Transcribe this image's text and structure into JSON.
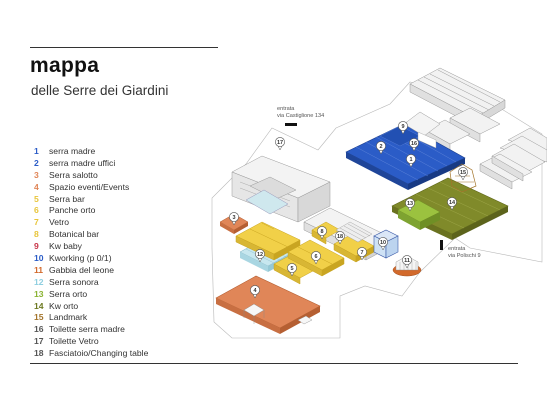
{
  "header": {
    "title": "mappa",
    "subtitle": "delle Serre dei Giardini"
  },
  "entrances": [
    {
      "line1": "entrata",
      "line2": "via Castiglione 134"
    },
    {
      "line1": "entrata",
      "line2": "via Polischi 9"
    }
  ],
  "legend": [
    {
      "num": "1",
      "label": "serra madre",
      "color": "#2b5cc7"
    },
    {
      "num": "2",
      "label": "serra madre uffici",
      "color": "#2b5cc7"
    },
    {
      "num": "3",
      "label": "Serra salotto",
      "color": "#e08658"
    },
    {
      "num": "4",
      "label": "Spazio eventi/Events",
      "color": "#e08658"
    },
    {
      "num": "5",
      "label": "Serra bar",
      "color": "#e8c53a"
    },
    {
      "num": "6",
      "label": "Panche orto",
      "color": "#e8c53a"
    },
    {
      "num": "7",
      "label": "Vetro",
      "color": "#e8c53a"
    },
    {
      "num": "8",
      "label": "Botanical bar",
      "color": "#e8c53a"
    },
    {
      "num": "9",
      "label": "Kw baby",
      "color": "#c8364a"
    },
    {
      "num": "10",
      "label": "Kworking (p 0/1)",
      "color": "#2b5cc7"
    },
    {
      "num": "11",
      "label": "Gabbia del leone",
      "color": "#d2692b"
    },
    {
      "num": "12",
      "label": "Serra sonora",
      "color": "#8fcfe0"
    },
    {
      "num": "13",
      "label": "Serra orto",
      "color": "#8ab332"
    },
    {
      "num": "14",
      "label": "Kw orto",
      "color": "#6e7a22"
    },
    {
      "num": "15",
      "label": "Landmark",
      "color": "#a3742a"
    },
    {
      "num": "16",
      "label": "Toilette serra madre",
      "color": "#555555"
    },
    {
      "num": "17",
      "label": "Toilette Vetro",
      "color": "#555555"
    },
    {
      "num": "18",
      "label": "Fasciatoio/Changing table",
      "color": "#555555"
    }
  ],
  "pins": [
    "1",
    "2",
    "3",
    "4",
    "5",
    "6",
    "7",
    "8",
    "9",
    "10",
    "11",
    "12",
    "13",
    "14",
    "15",
    "16",
    "17",
    "18"
  ],
  "colors": {
    "blue": "#2b5cc7",
    "orange": "#e08658",
    "yellow": "#f1d048",
    "olive": "#8a8f2e",
    "green": "#9bc23f",
    "lightblue": "#bfe3ec",
    "red": "#c8364a",
    "outline": "#9a9a9a"
  }
}
